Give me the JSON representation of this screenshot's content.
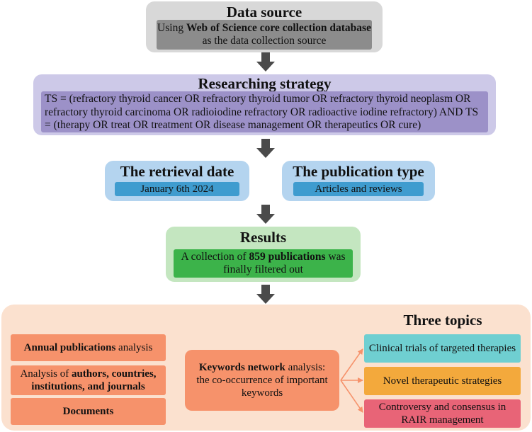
{
  "data_source": {
    "title": "Data source",
    "text_prefix": "Using ",
    "text_bold": "Web of Science core collection database",
    "text_suffix": "as the data collection source"
  },
  "strategy": {
    "title": "Researching strategy",
    "text": "TS = (refractory thyroid cancer OR refractory thyroid tumor OR refractory thyroid neoplasm OR refractory thyroid carcinoma OR radioiodine refractory OR radioactive iodine refractory) AND TS = (therapy OR treat OR treatment OR disease management OR therapeutics OR cure)"
  },
  "retrieval": {
    "title": "The retrieval date",
    "value": "January 6th 2024"
  },
  "pubtype": {
    "title": "The publication type",
    "value": "Articles and reviews"
  },
  "results": {
    "title": "Results",
    "prefix": "A collection of ",
    "bold": "859 publications",
    "suffix_line1": " was",
    "line2": "finally filtered out"
  },
  "analysis": {
    "annual_bold": "Annual publications",
    "annual_rest": " analysis",
    "authors_prefix": "Analysis of ",
    "authors_bold_1": "authors, countries,",
    "authors_bold_2": "institutions, and journals",
    "documents": "Documents",
    "keywords_bold": "Keywords network",
    "keywords_rest_1": " analysis:",
    "keywords_line2": "the co-occurrence of important",
    "keywords_line3": "keywords"
  },
  "topics": {
    "title": "Three topics",
    "items": [
      {
        "line1": "Clinical trials of targeted therapies",
        "line2": ""
      },
      {
        "line1": "Novel therapeutic strategies",
        "line2": ""
      },
      {
        "line1": "Controversy and consensus in",
        "line2": "RAIR management"
      }
    ]
  },
  "colors": {
    "grey_outer": "#d8d8d8",
    "grey_inner": "#8c8c8c",
    "purple_outer": "#cdc9e8",
    "purple_inner": "#9c91c8",
    "blue_outer": "#b4d4ef",
    "blue_inner": "#3f9ccf",
    "green_outer": "#c4e6c0",
    "green_inner": "#3cb34a",
    "peach_bg": "#fbe1cf",
    "orange_box": "#f6926b",
    "teal": "#6fcfd1",
    "yellow": "#f3a93c",
    "pink": "#e86477",
    "arrow": "#4a4a4a"
  }
}
